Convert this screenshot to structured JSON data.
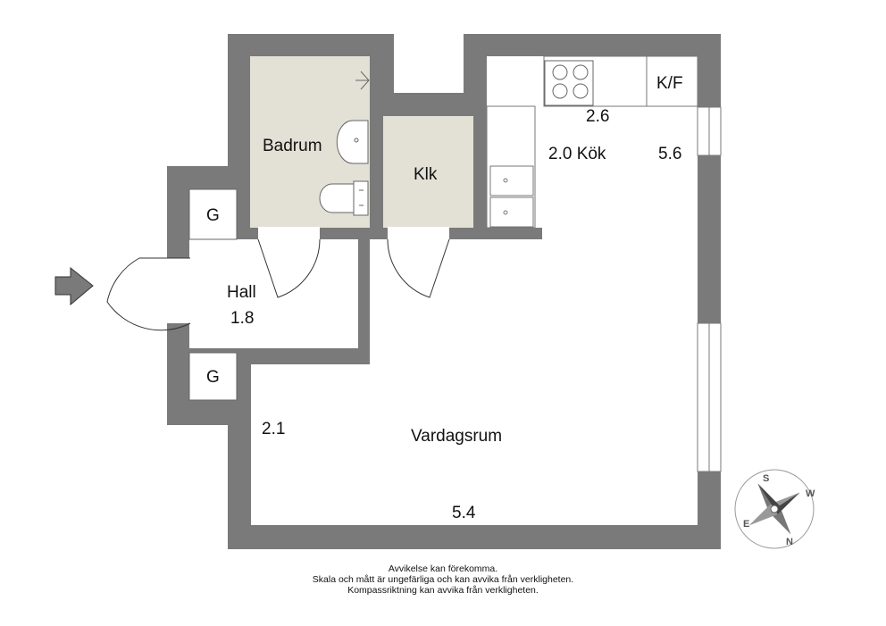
{
  "floor_plan": {
    "rooms": {
      "bathroom": "Badrum",
      "closet": "Klk",
      "hall": "Hall",
      "hall_height": "1.8",
      "kitchen": "2.0 Kök",
      "living_room": "Vardagsrum"
    },
    "fixtures": {
      "wardrobe_top": "G",
      "wardrobe_bottom": "G",
      "fridge_freezer": "K/F"
    },
    "dimensions": {
      "kitchen_width": "2.6",
      "right_height": "5.6",
      "left_height": "2.1",
      "living_width": "5.4"
    },
    "entrance_icon": "entrance-arrow-icon",
    "compass": {
      "icon": "compass-rose-icon",
      "letters": [
        "S",
        "W",
        "N",
        "E"
      ]
    }
  },
  "colors": {
    "wall": "#7a7a7a",
    "wet_room": "#e3e1d6",
    "floor": "#ffffff"
  },
  "disclaimer": [
    "Avvikelse kan förekomma.",
    "Skala och mått är ungefärliga och kan avvika från verkligheten.",
    "Kompassriktning kan avvika från verkligheten."
  ]
}
